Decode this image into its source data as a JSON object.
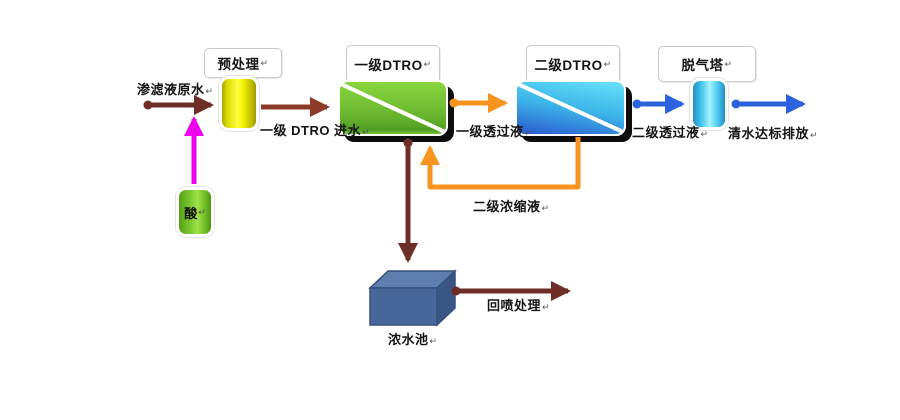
{
  "diagram": {
    "type": "process-flow",
    "pmark": "↵",
    "units": {
      "pretreatment": {
        "label": "预处理"
      },
      "dtro_stage1": {
        "label": "一级DTRO"
      },
      "dtro_stage2": {
        "label": "二级DTRO"
      },
      "degassing_tower": {
        "label": "脱气塔"
      },
      "acid_tank": {
        "label": "酸"
      },
      "concentrate_pool": {
        "label": "浓水池"
      }
    },
    "flows": {
      "raw_water": {
        "label": "渗滤液原水",
        "color": "#6e2d26"
      },
      "stage1_feed": {
        "label": "一级 DTRO 进水",
        "color": "#8c3a27"
      },
      "stage1_permeate": {
        "label": "一级透过液",
        "color": "#f79420"
      },
      "stage2_permeate": {
        "label": "二级透过液",
        "color": "#2b63dd"
      },
      "clean_water_discharge": {
        "label": "清水达标排放",
        "color": "#2b63dd"
      },
      "stage2_concentrate": {
        "label": "二级浓缩液",
        "color": "#f79420"
      },
      "stage1_concentrate": {
        "color": "#6e2d26"
      },
      "acid_dosing": {
        "color": "#ee00ee"
      },
      "spray_back": {
        "label": "回喷处理",
        "color": "#6e2d26"
      }
    },
    "shape_colors": {
      "pretreatment_tank": "#f2f200",
      "dtro_stage1_box": "#6fc133",
      "dtro_stage2_box": "#3fa9e8",
      "degassing_tower": "#49c8ee",
      "acid_tank": "#7ac92e",
      "concentrate_pool": "#47679a",
      "membrane_stripe": "#ffffff",
      "box_shadow": "#0d0d0d"
    }
  }
}
